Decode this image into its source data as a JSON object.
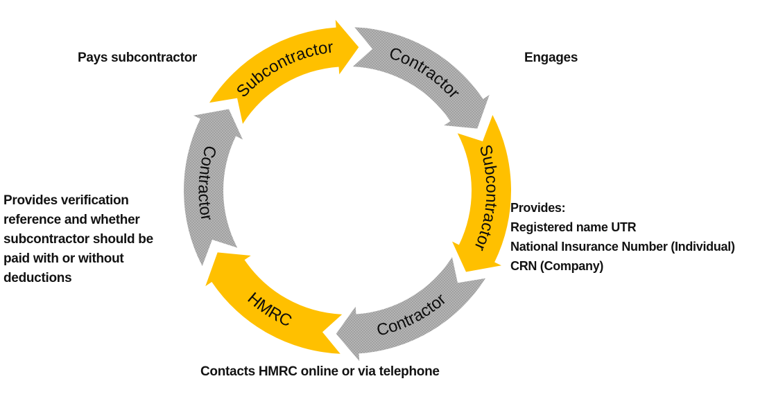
{
  "colors": {
    "yellow": "#FFC000",
    "gray_base": "#b5b5b5",
    "gray_dot": "#8f8f8f",
    "text": "#121212"
  },
  "cycle": {
    "direction": "clockwise",
    "segments": [
      {
        "label": "Subcontractor",
        "color": "yellow",
        "position": "top-left",
        "from_deg": 210,
        "to_deg": 270,
        "text_dir": "forward"
      },
      {
        "label": "Contractor",
        "color": "gray",
        "position": "top-right",
        "from_deg": 270,
        "to_deg": 330,
        "text_dir": "forward"
      },
      {
        "label": "Subcontractor",
        "color": "yellow",
        "position": "right",
        "from_deg": 330,
        "to_deg": 390,
        "text_dir": "forward"
      },
      {
        "label": "Contractor",
        "color": "gray",
        "position": "bottom",
        "from_deg": 390,
        "to_deg": 450,
        "text_dir": "reverse"
      },
      {
        "label": "HMRC",
        "color": "yellow",
        "position": "bottom-left",
        "from_deg": 450,
        "to_deg": 510,
        "text_dir": "reverse"
      },
      {
        "label": "Contractor",
        "color": "gray",
        "position": "left",
        "from_deg": 510,
        "to_deg": 570,
        "text_dir": "reverse"
      }
    ]
  },
  "annotations": {
    "pays": "Pays subcontractor",
    "engages": "Engages",
    "provides": "Provides:\nRegistered name UTR\nNational Insurance Number (Individual)\nCRN (Company)",
    "verification": "Provides verification\nreference and whether\nsubcontractor should be\npaid with or without\ndeductions",
    "contacts": "Contacts HMRC online or via telephone"
  }
}
